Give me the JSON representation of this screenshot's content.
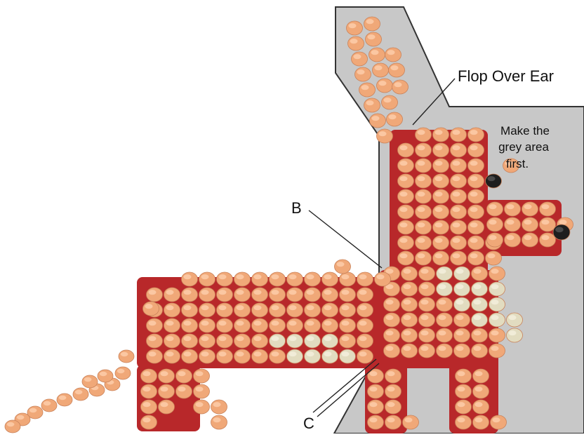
{
  "labels": {
    "flop_over_ear": "Flop Over Ear",
    "instruction_line1": "Make the",
    "instruction_line2": "grey area",
    "instruction_line3": "first.",
    "point_b": "B",
    "point_c": "C"
  },
  "colors": {
    "background": "#ffffff",
    "grey_area": "#c8c8c8",
    "grey_outline": "#333333",
    "bead_orange": "#f0a878",
    "bead_orange_highlight": "#ffd2b0",
    "bead_cream": "#e2dcc0",
    "bead_cream_highlight": "#f6f2e0",
    "thread_red": "#b8282a",
    "bead_black": "#1e1e1e",
    "leader_line": "#222222",
    "label_text": "#111111"
  }
}
